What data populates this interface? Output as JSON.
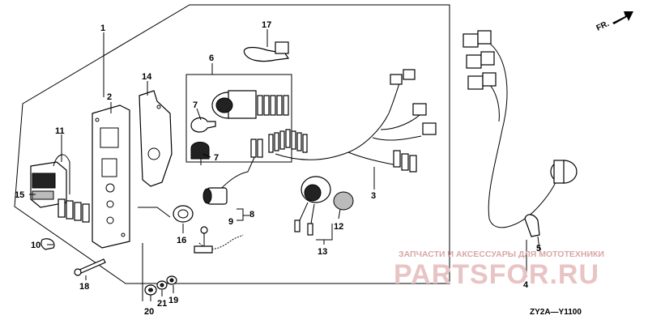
{
  "part_numbers": [
    "1",
    "2",
    "3",
    "4",
    "5",
    "6",
    "7",
    "7",
    "8",
    "9",
    "10",
    "11",
    "12",
    "13",
    "14",
    "15",
    "16",
    "17",
    "18",
    "19",
    "20",
    "21"
  ],
  "direction_label": "FR.",
  "diagram_code": "ZY2A—Y1100",
  "watermark": {
    "line1": "ЗАПЧАСТИ И АКСЕССУАРЫ ДЛЯ МОТОТЕХНИКИ",
    "logo_text": "PARTSFOR.RU"
  }
}
